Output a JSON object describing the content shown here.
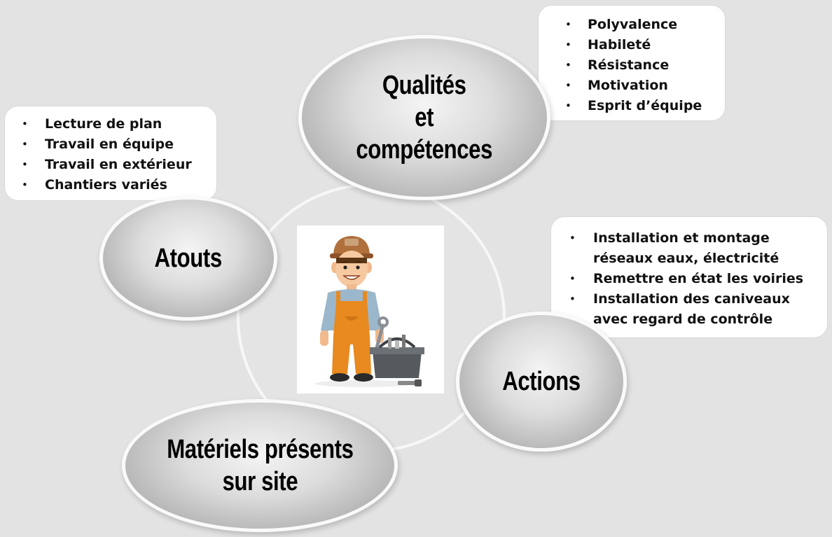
{
  "bubbles": {
    "qualites": "Qualités\net\ncompétences",
    "atouts": "Atouts",
    "actions": "Actions",
    "materiels": "Matériels présents\nsur site"
  },
  "atouts_list": [
    "Lecture de plan",
    "Travail en équipe",
    "Travail en extérieur",
    "Chantiers variés"
  ],
  "qualites_list": [
    "Polyvalence",
    "Habileté",
    "Résistance",
    "Motivation",
    "Esprit d’équipe"
  ],
  "actions_list": [
    {
      "line1": "Installation et montage",
      "line2": "réseaux eaux, électricité"
    },
    {
      "line1": "Remettre en état les voiries",
      "line2": ""
    },
    {
      "line1": "Installation des caniveaux",
      "line2": "avec regard de contrôle"
    }
  ],
  "colors": {
    "background": "#e3e3e3",
    "bubble_fill": "#b0b0b0",
    "card_fill": "#ffffff",
    "overalls": "#e88a1f",
    "shirt": "#9bb7cc"
  },
  "illustration_icon": "construction-worker-with-toolbox-icon"
}
